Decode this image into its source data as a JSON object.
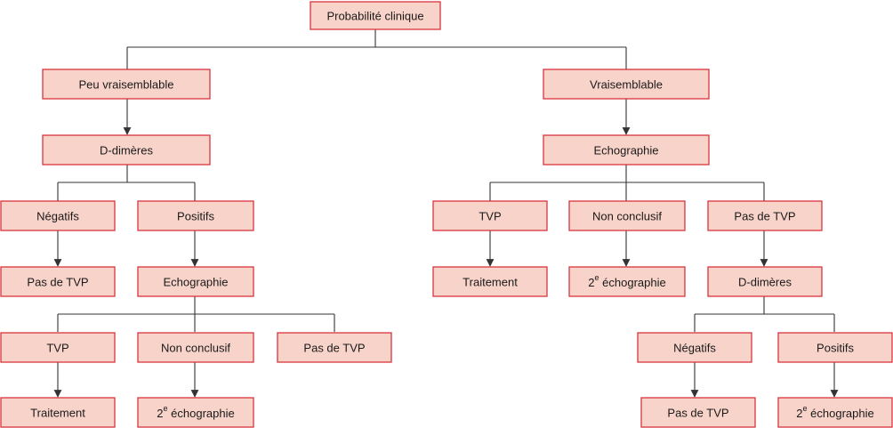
{
  "nodes": {
    "root": "Probabilité clinique",
    "left_branch": "Peu vraisemblable",
    "left_ddimers": "D-dimères",
    "left_negatifs": "Négatifs",
    "left_positifs": "Positifs",
    "left_pas_tvp": "Pas de TVP",
    "left_echo": "Echographie",
    "left_tvp": "TVP",
    "left_non_conclusif": "Non conclusif",
    "left_pas_tvp2": "Pas de TVP",
    "left_traitement": "Traitement",
    "left_second_echo": {
      "num": "2",
      "sup": "e",
      "rest": " échographie"
    },
    "right_branch": "Vraisemblable",
    "right_echo": "Echographie",
    "right_tvp": "TVP",
    "right_non_conclusif": "Non conclusif",
    "right_pas_tvp": "Pas de TVP",
    "right_traitement": "Traitement",
    "right_second_echo": {
      "num": "2",
      "sup": "e",
      "rest": " échographie"
    },
    "right_ddimers": "D-dimères",
    "right_negatifs": "Négatifs",
    "right_positifs": "Positifs",
    "right_pas_tvp2": "Pas de TVP",
    "right_second_echo2": {
      "num": "2",
      "sup": "e",
      "rest": " échographie"
    }
  },
  "colors": {
    "box_fill": "#f8d3c9",
    "box_border": "#d8343c",
    "line": "#333333"
  }
}
